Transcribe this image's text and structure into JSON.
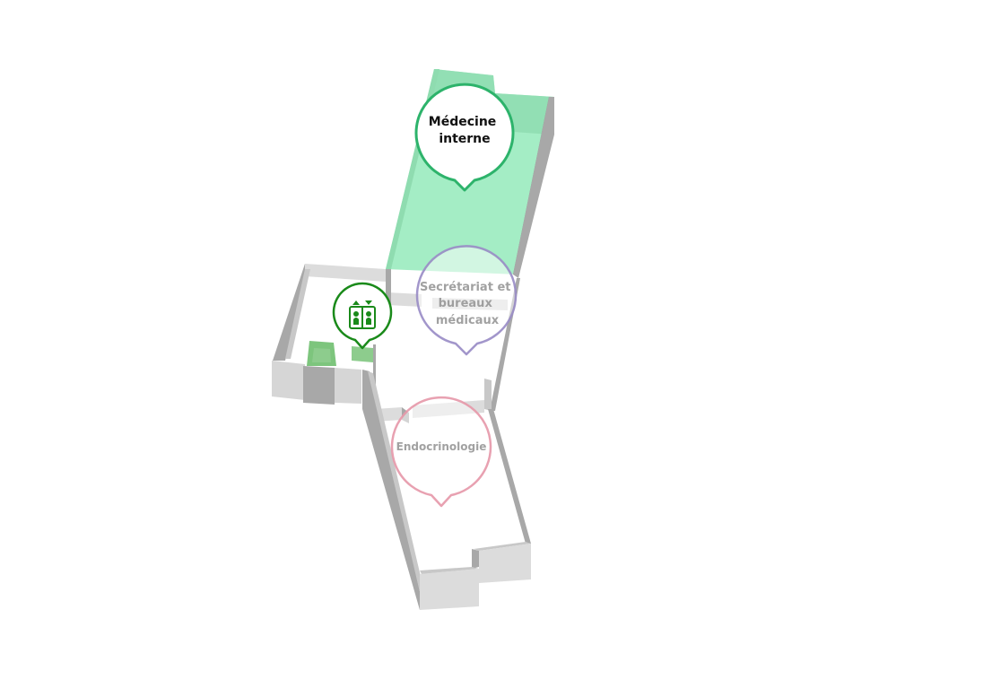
{
  "map": {
    "locations": [
      {
        "id": "medecine-interne",
        "label_lines": [
          "Médecine",
          "interne"
        ],
        "highlighted": true,
        "color": "#2db36b",
        "text_color": "#111111"
      },
      {
        "id": "secretariat",
        "label_lines": [
          "Secrétariat et",
          "bureaux",
          "médicaux"
        ],
        "highlighted": false,
        "color": "#9b8ec7",
        "text_color": "#9a9a9a"
      },
      {
        "id": "endocrinologie",
        "label_lines": [
          "Endocrinologie"
        ],
        "highlighted": false,
        "color": "#e79aab",
        "text_color": "#9a9a9a"
      }
    ],
    "amenities": [
      {
        "id": "elevator",
        "icon": "elevator-icon",
        "color": "#1a8a1a"
      }
    ],
    "colors": {
      "highlight_fill": "#a4edc5",
      "highlight_fill_dark": "#8fdcb0",
      "wall_top": "#dcdcdc",
      "wall_side": "#a8a8a8",
      "wall_face": "#c8c8c8",
      "elevator_box": "#8dcc8d"
    }
  }
}
